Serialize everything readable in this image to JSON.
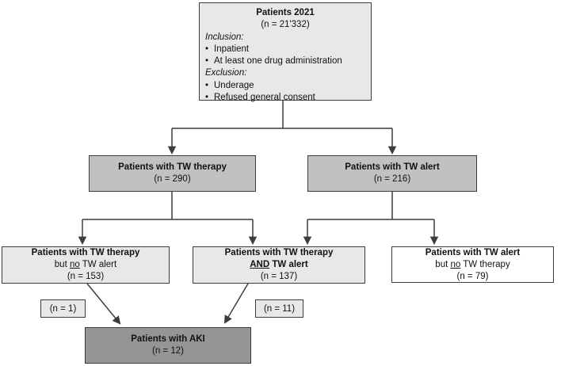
{
  "colors": {
    "box-border": "#3d3d3d",
    "line": "#3d3d3d",
    "light-gray": "#e8e8e8",
    "medium-gray": "#c1c1c1",
    "dark-gray": "#959595",
    "white": "#ffffff",
    "text": "#111111",
    "background": "#ffffff"
  },
  "bullet": "•",
  "boxes": {
    "patients_2021": {
      "title": "Patients 2021",
      "n": "(n = 21'332)",
      "inclusion_label": "Inclusion:",
      "inclusion_items": [
        "Inpatient",
        "At least one drug administration"
      ],
      "exclusion_label": "Exclusion:",
      "exclusion_items": [
        "Underage",
        "Refused general consent"
      ]
    },
    "tw_therapy": {
      "title": "Patients with TW therapy",
      "n": "(n = 290)"
    },
    "tw_alert": {
      "title": "Patients with TW alert",
      "n": "(n = 216)"
    },
    "therapy_no_alert": {
      "title": "Patients with TW therapy",
      "line2_pre": "but ",
      "line2_underlined": "no",
      "line2_post": " TW alert",
      "n": "(n = 153)"
    },
    "therapy_and_alert": {
      "title": "Patients with TW therapy",
      "line2_underlined": "AND",
      "line2_post": " TW alert",
      "n": "(n = 137)"
    },
    "alert_no_therapy": {
      "title": "Patients with TW alert",
      "line2_pre": "but ",
      "line2_underlined": "no",
      "line2_post": " TW therapy",
      "n": "(n = 79)"
    },
    "aki": {
      "title": "Patients with AKI",
      "n": "(n = 12)"
    }
  },
  "edge_labels": {
    "n1": "(n = 1)",
    "n11": "(n = 11)"
  }
}
